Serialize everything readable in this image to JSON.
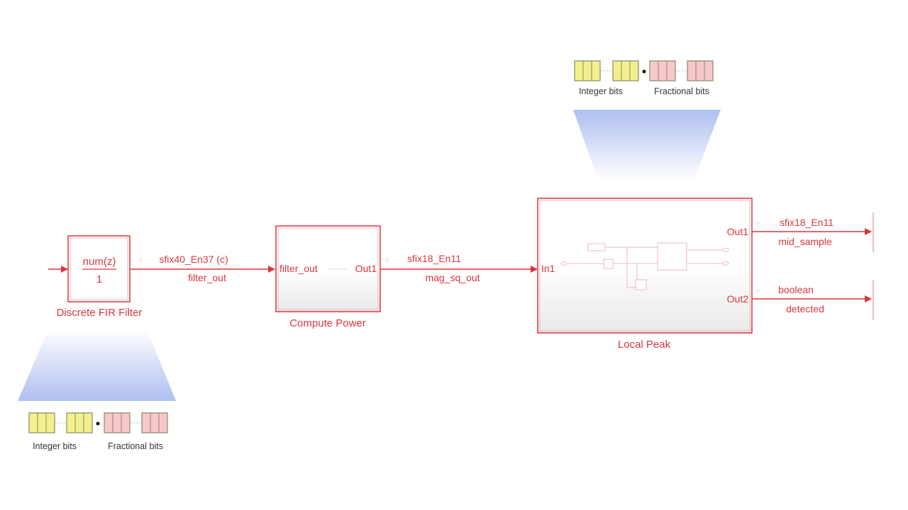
{
  "blocks": {
    "fir": {
      "label": "Discrete FIR Filter",
      "numerator": "num(z)",
      "denominator": "1"
    },
    "compute_power": {
      "label": "Compute Power",
      "in_port": "filter_out",
      "out_port": "Out1"
    },
    "local_peak": {
      "label": "Local Peak",
      "in_port": "In1",
      "out_port1": "Out1",
      "out_port2": "Out2"
    }
  },
  "signals": {
    "filter_out": {
      "type": "sfix40_En37 (c)",
      "name": "filter_out"
    },
    "mag_sq_out": {
      "type": "sfix18_En11",
      "name": "mag_sq_out"
    },
    "mid_sample": {
      "type": "sfix18_En11",
      "name": "mid_sample"
    },
    "detected": {
      "type": "boolean",
      "name": "detected"
    }
  },
  "bit_legend": {
    "integer": "Integer bits",
    "fractional": "Fractional bits"
  },
  "colors": {
    "signal": "#d9363e",
    "integer_bits": "#f3ef8c",
    "fractional_bits": "#f7c7c9",
    "highlight": "#aebff0"
  }
}
